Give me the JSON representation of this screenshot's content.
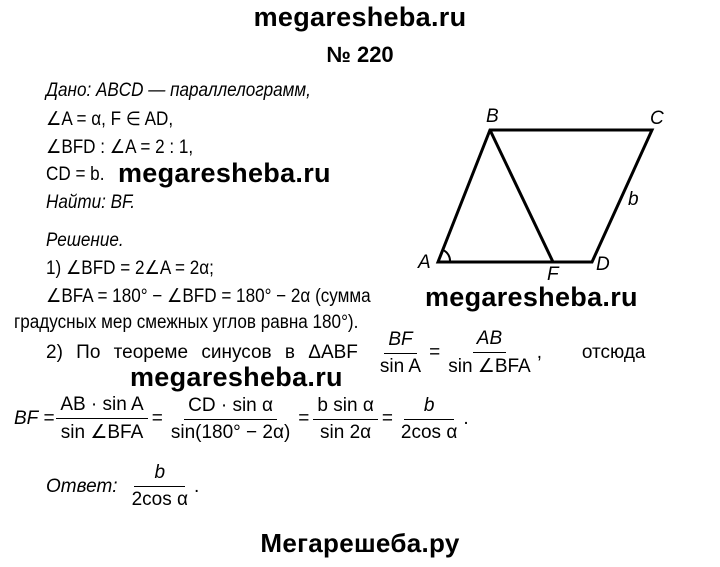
{
  "watermarks": {
    "top": "megaresheba.ru",
    "given": "megaresheba.ru",
    "figure": "megaresheba.ru",
    "step2": "megaresheba.ru",
    "bottom": "Мегарешеба.ру"
  },
  "problem_number": "№ 220",
  "given": {
    "line1_label": "Дано",
    "line1_text": ": ABCD — параллелограмм,",
    "line2": "∠A = α, F ∈ AD,",
    "line3": "∠BFD : ∠A = 2 : 1,",
    "line4": "CD = b.",
    "find_label": "Найти",
    "find_text": ": BF."
  },
  "solution": {
    "heading": "Решение.",
    "step1_line1": "1) ∠BFD = 2∠A = 2α;",
    "step1_line2": "∠BFA = 180° − ∠BFD = 180° − 2α (сумма",
    "step1_line3": "градусных мер смежных углов равна 180°).",
    "step2_text": "2) По теореме синусов в ΔABF",
    "step2_frac1_num": "BF",
    "step2_frac1_den": "sin A",
    "step2_frac2_num": "AB",
    "step2_frac2_den": "sin ∠BFA",
    "step2_after": ",   отсюда",
    "formula": {
      "lhs": "BF =",
      "f1_num": "AB · sin A",
      "f1_den": "sin ∠BFA",
      "f2_num": "CD · sin α",
      "f2_den": "sin(180° − 2α)",
      "f3_num": "b sin α",
      "f3_den": "sin 2α",
      "f4_num": "b",
      "f4_den": "2cos α",
      "eq": "=",
      "end": "."
    },
    "answer_label": "Ответ:",
    "answer_num": "b",
    "answer_den": "2cos α",
    "answer_end": "."
  },
  "figure": {
    "A": "A",
    "B": "B",
    "C": "C",
    "D": "D",
    "F": "F",
    "side_label": "b"
  }
}
